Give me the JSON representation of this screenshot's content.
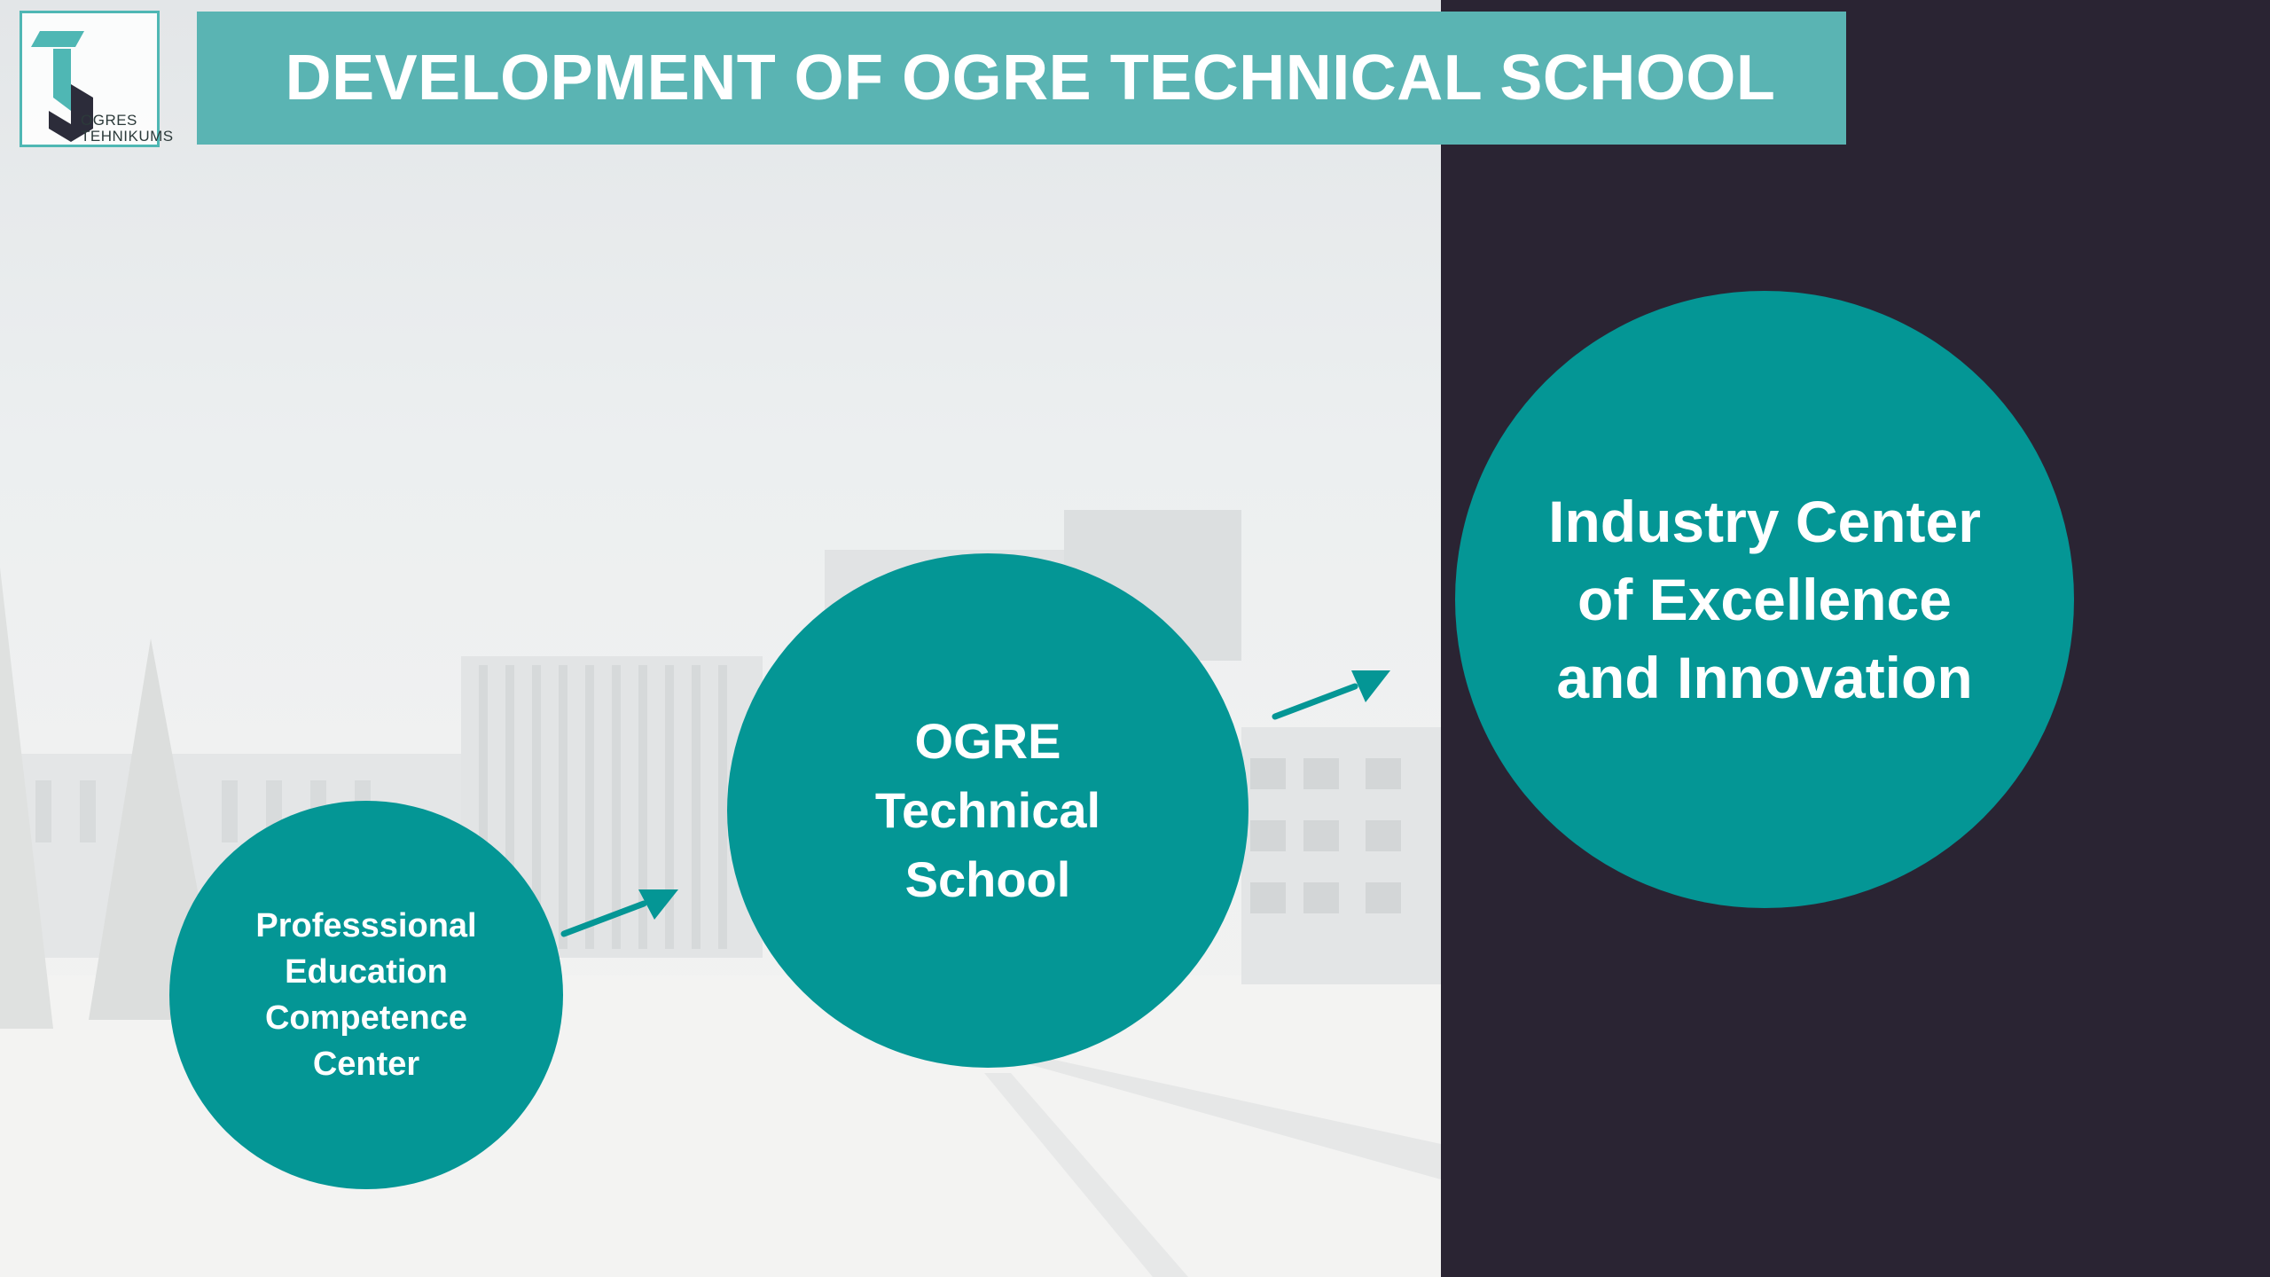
{
  "header": {
    "title": "DEVELOPMENT OF OGRE TECHNICAL SCHOOL"
  },
  "logo": {
    "line1": "OGRES",
    "line2": "TEHNIKUMS"
  },
  "diagram": {
    "stages": [
      {
        "label": "Professsional\nEducation\nCompetence\nCenter"
      },
      {
        "label": "OGRE\nTechnical\nSchool"
      },
      {
        "label": "Industry Center\nof Excellence\nand Innovation"
      }
    ]
  },
  "colors": {
    "accent": "#049695",
    "title_bar": "#5ab4b3",
    "dark_panel": "#2a2433",
    "text_light": "#ffffff"
  },
  "icons": [
    "arrow-right-icon",
    "school-logo-icon",
    "background-photo"
  ]
}
